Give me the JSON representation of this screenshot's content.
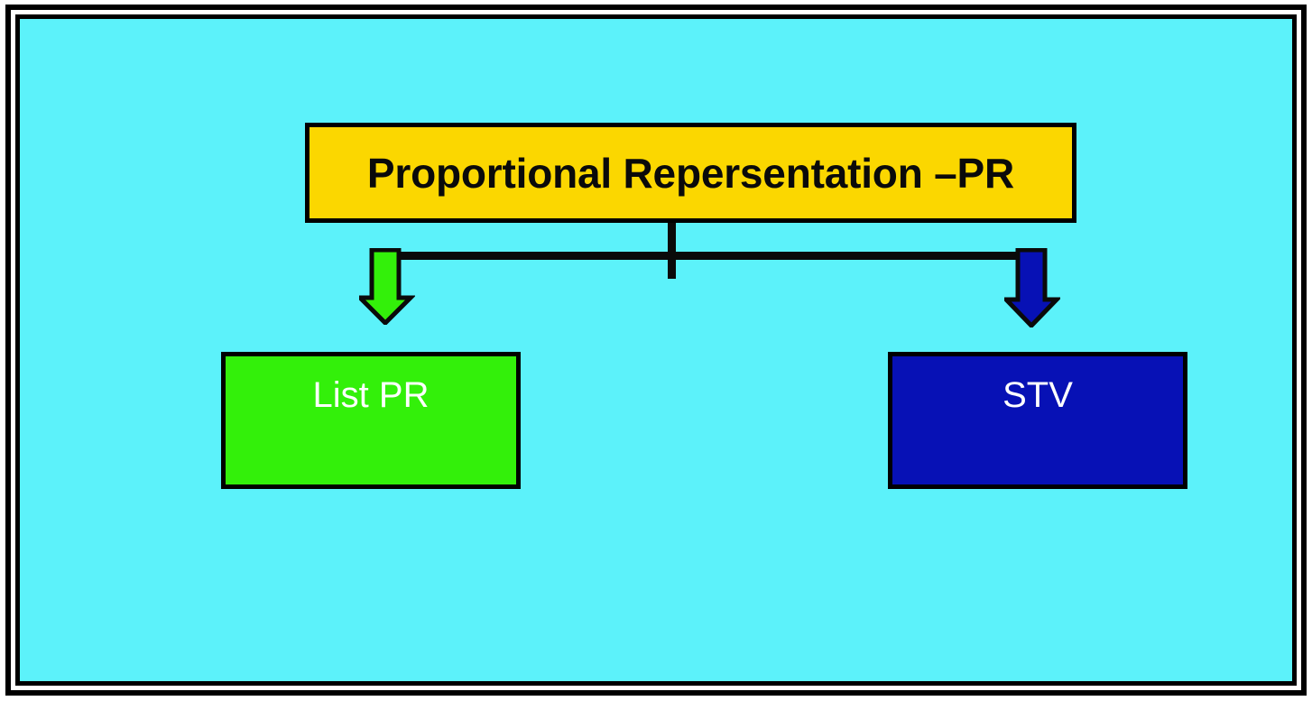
{
  "slide": {
    "background_color": "#5cf2fa",
    "frame_color": "#000000"
  },
  "diagram": {
    "type": "hierarchy-tree",
    "root": {
      "label": "Proportional Repersentation –PR",
      "fill_color": "#fbd700",
      "text_color": "#0a0a0a",
      "border_color": "#000000"
    },
    "children": [
      {
        "label": "List PR",
        "fill_color": "#33f00a",
        "text_color": "#ffffff",
        "border_color": "#000000",
        "arrow_color": "#33f00a"
      },
      {
        "label": "STV",
        "fill_color": "#0711b5",
        "text_color": "#ffffff",
        "border_color": "#000000",
        "arrow_color": "#0711b5"
      }
    ],
    "connector_color": "#0a0a0a"
  }
}
